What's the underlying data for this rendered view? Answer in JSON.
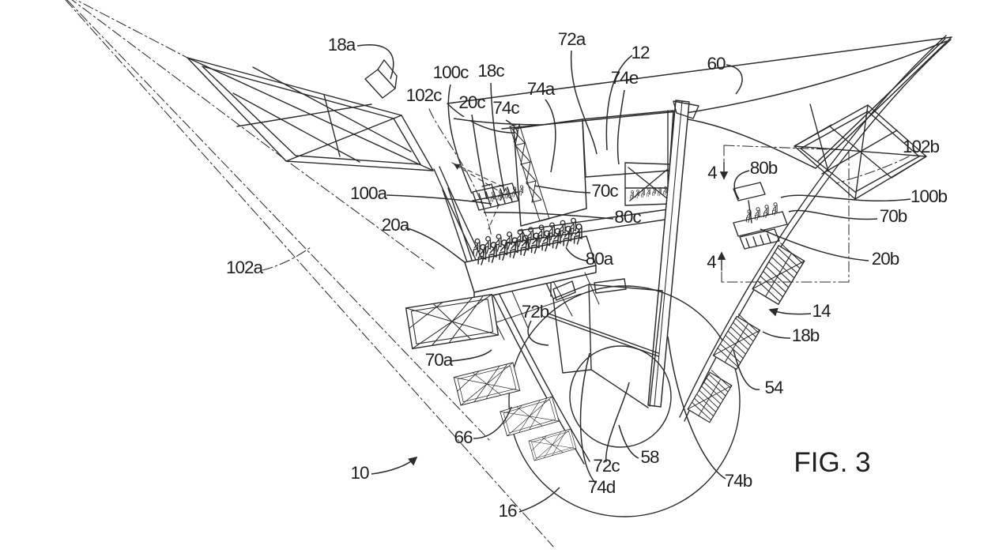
{
  "figure": {
    "caption": "FIG. 3",
    "kind": "patent-line-drawing",
    "view": "perspective"
  },
  "colors": {
    "ink": "#2b2b2b",
    "background": "#ffffff"
  },
  "labels": {
    "18a": "18a",
    "100c": "100c",
    "18c": "18c",
    "102c": "102c",
    "20c": "20c",
    "74c": "74c",
    "74a": "74a",
    "72a": "72a",
    "12": "12",
    "74e": "74e",
    "60": "60",
    "102b": "102b",
    "80b": "80b",
    "100b": "100b",
    "70b": "70b",
    "20b": "20b",
    "14": "14",
    "18b": "18b",
    "54": "54",
    "74b": "74b",
    "58": "58",
    "72c": "72c",
    "74d": "74d",
    "16": "16",
    "66": "66",
    "10": "10",
    "70a": "70a",
    "72b": "72b",
    "100a": "100a",
    "20a": "20a",
    "102a": "102a",
    "80a": "80a",
    "80c": "80c",
    "70c": "70c"
  },
  "section_markers": {
    "top": "4",
    "bottom": "4"
  }
}
